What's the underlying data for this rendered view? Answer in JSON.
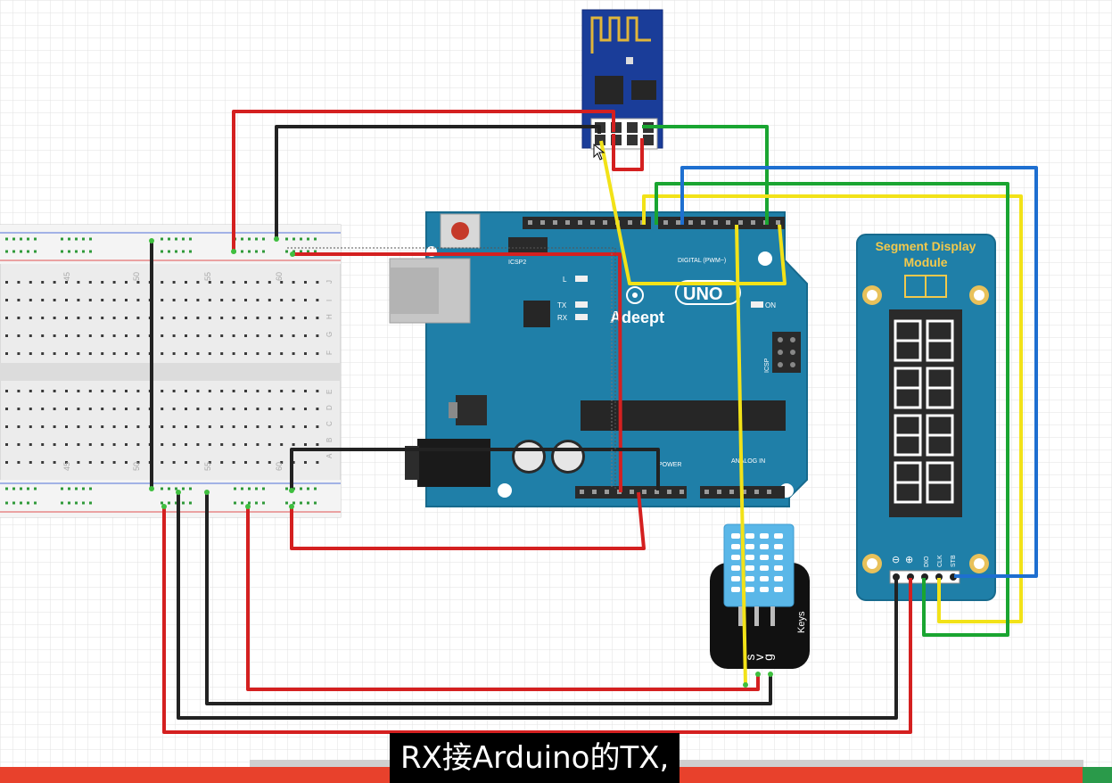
{
  "caption": "RX接Arduino的TX,",
  "components": {
    "arduino": {
      "brand": "Adeept",
      "model": "UNO",
      "pin_header_top": "DIGITAL (PWM~)",
      "power_label": "POWER",
      "analog_label": "ANALOG IN",
      "icsp_label": "ICSP",
      "icsp2_label": "ICSP2",
      "led_l": "L",
      "led_tx": "TX",
      "led_rx": "RX",
      "led_on": "ON"
    },
    "segment_module": {
      "title_line1": "Segment Display",
      "title_line2": "Module",
      "pin_labels": [
        "⊖",
        "⊕",
        "DIO",
        "CLK",
        "STB"
      ]
    },
    "sensor": {
      "side_label": "Keys",
      "pin_labels": [
        "s",
        "v",
        "g"
      ]
    },
    "breadboard": {
      "column_numbers": [
        "45",
        "50",
        "55",
        "60"
      ],
      "row_letters_top": [
        "J",
        "I",
        "H",
        "G",
        "F"
      ],
      "row_letters_bottom": [
        "E",
        "D",
        "C",
        "B",
        "A"
      ]
    }
  },
  "colors": {
    "red_wire": "#d42020",
    "black_wire": "#222222",
    "green_wire": "#1aa531",
    "yellow_wire": "#f2e218",
    "blue_wire": "#1e6fd0",
    "pcb_blue": "#1f7fa8",
    "esp_blue": "#1a3d99",
    "caption_bg": "#000000",
    "bottom_bar": "#e8412c"
  }
}
